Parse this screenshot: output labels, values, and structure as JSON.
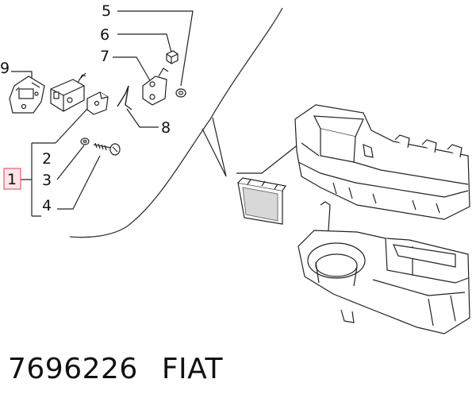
{
  "callouts": {
    "c1": "1",
    "c2": "2",
    "c3": "3",
    "c4": "4",
    "c5": "5",
    "c6": "6",
    "c7": "7",
    "c8": "8",
    "c9": "9"
  },
  "footer": {
    "part_number": "7696226",
    "brand": "FIAT"
  },
  "colors": {
    "line": "#222222",
    "highlight_box": "#e06070",
    "highlight_fill": "#fde4e8"
  }
}
